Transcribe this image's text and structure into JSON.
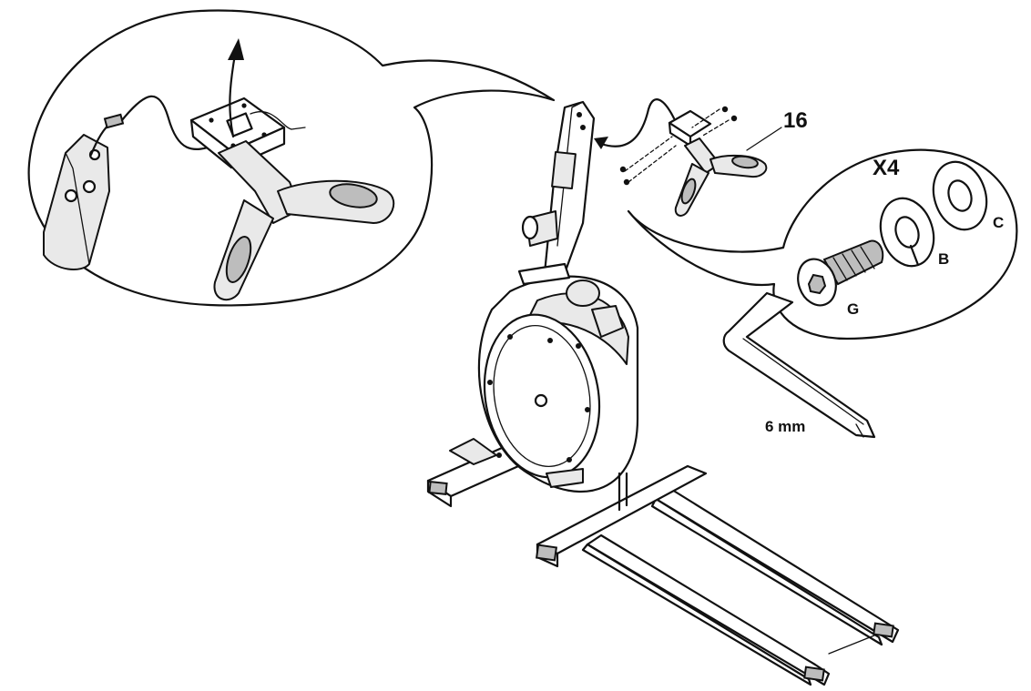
{
  "labels": {
    "part_number": "16",
    "quantity": "X4",
    "bolt": "G",
    "spring_washer": "B",
    "flat_washer": "C",
    "hex_key_size": "6 mm"
  }
}
